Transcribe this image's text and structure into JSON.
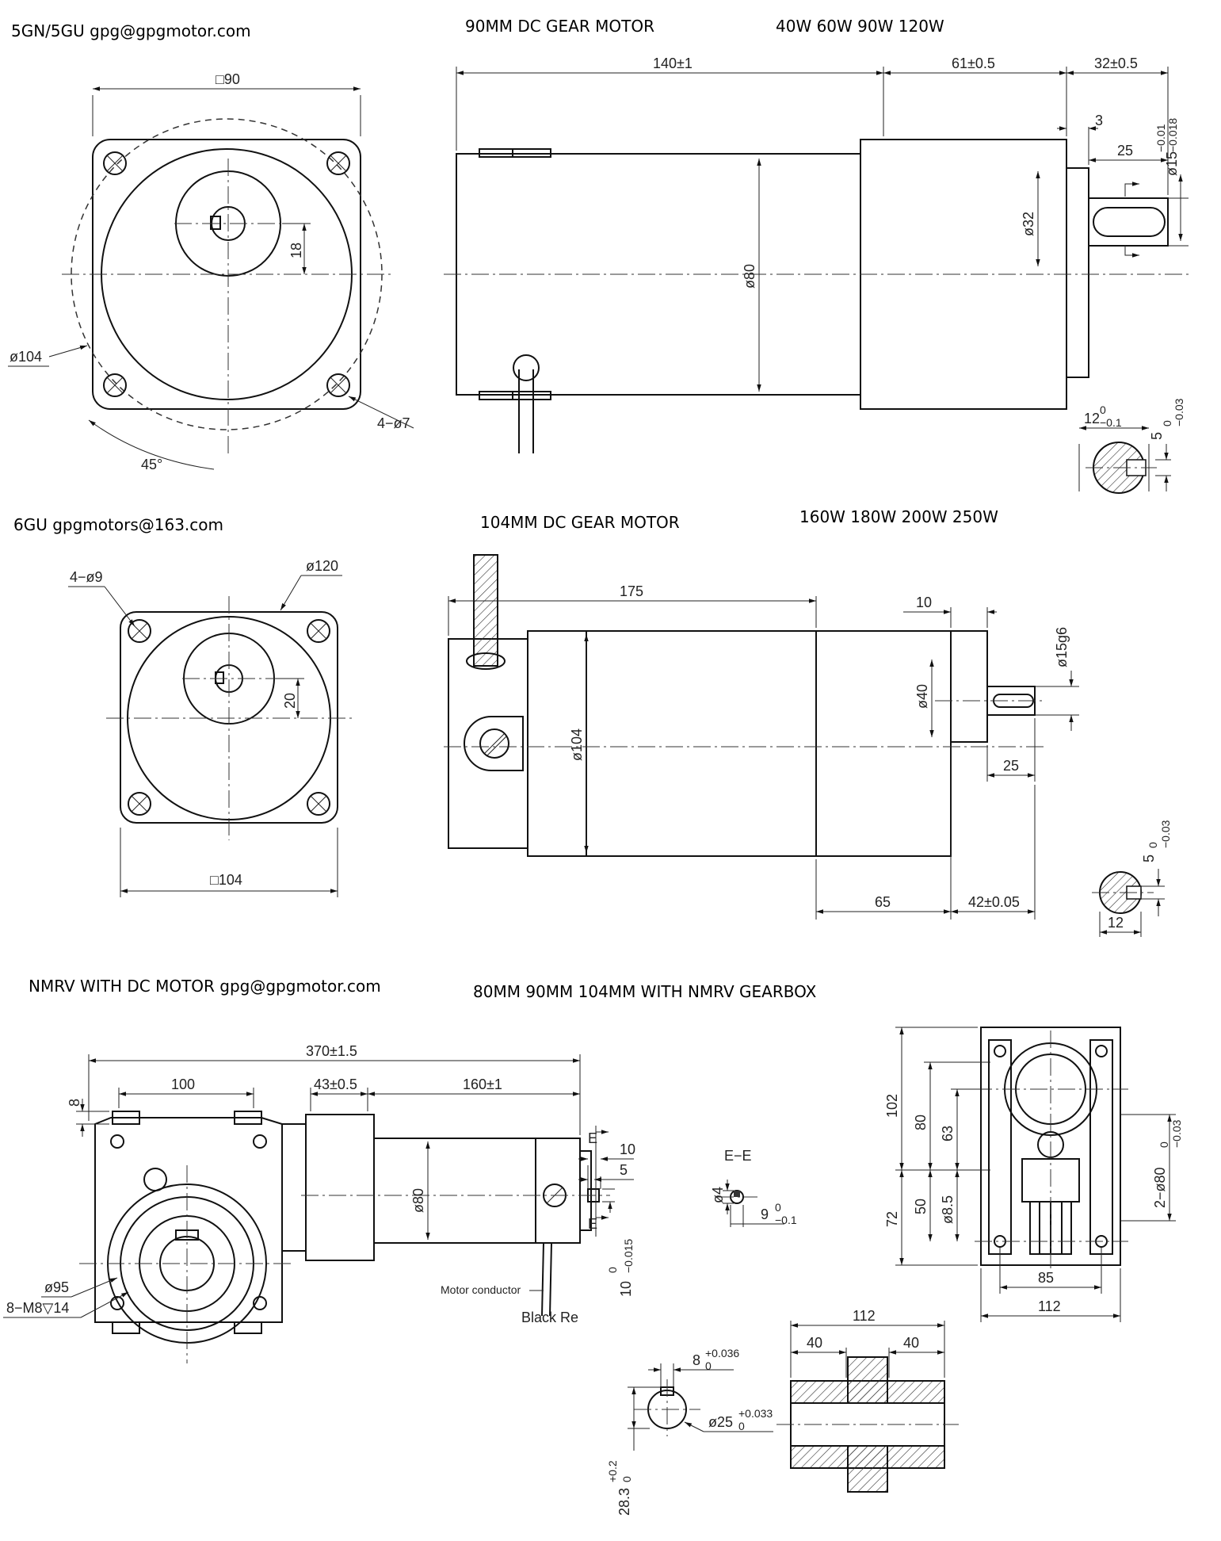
{
  "headers": {
    "s1_model": "5GN/5GU  gpg@gpgmotor.com",
    "s1_title": "90MM DC GEAR MOTOR",
    "s1_power": "40W 60W 90W 120W",
    "s2_model": "6GU  gpgmotors@163.com",
    "s2_title": "104MM DC GEAR MOTOR",
    "s2_power": "160W 180W 200W 250W",
    "s3_model": "NMRV WITH DC MOTOR  gpg@gpgmotor.com",
    "s3_title": "80MM 90MM 104MM WITH NMRV GEARBOX"
  },
  "s1": {
    "sq90": "□90",
    "d104": "ø104",
    "holes": "4−ø7",
    "angle": "45°",
    "key18": "18",
    "len140": "140±1",
    "len61": "61±0.5",
    "len32": "32±0.5",
    "len3": "3",
    "len25": "25",
    "d32": "ø32",
    "d80": "ø80",
    "shaft": "ø15",
    "shaft_tol_top": "−0.01",
    "shaft_tol_bot": "−0.018",
    "key12": "12",
    "key12_tol_top": "0",
    "key12_tol_bot": "−0.1",
    "key5": "5",
    "key5_tol_top": "0",
    "key5_tol_bot": "−0.03"
  },
  "s2": {
    "holes": "4−ø9",
    "d120": "ø120",
    "key20": "20",
    "sq104": "□104",
    "len175": "175",
    "len10": "10",
    "shaft": "ø15g6",
    "d40": "ø40",
    "d104": "ø104",
    "len25": "25",
    "len65": "65",
    "len42": "42±0.05",
    "key5": "5",
    "key5_tol_top": "0",
    "key5_tol_bot": "−0.03",
    "key12": "12"
  },
  "s3": {
    "len370": "370±1.5",
    "len100": "100",
    "len8": "8",
    "len43": "43±0.5",
    "len160": "160±1",
    "ee_top": "E",
    "ee_bot": "E",
    "len10": "10",
    "len5": "5",
    "d80": "ø80",
    "shaft10": "10",
    "shaft10_tol_top": "0",
    "shaft10_tol_bot": "−0.015",
    "motor_conductor": "Motor conductor",
    "black_red": "Black  Re",
    "d95": "ø95",
    "m8": "8−M8▽14",
    "ee_title": "E−E",
    "ee_d4": "ø4",
    "ee_9": "9",
    "ee_9_tol_top": "0",
    "ee_9_tol_bot": "−0.1",
    "h102": "102",
    "h80": "80",
    "h63": "63",
    "h72": "72",
    "h50": "50",
    "h85": "ø8.5",
    "d2x80": "2−ø80",
    "d2x80_tol_top": "0",
    "d2x80_tol_bot": "−0.03",
    "w85": "85",
    "w112": "112",
    "hub112": "112",
    "hub40a": "40",
    "hub40b": "40",
    "key8": "8",
    "key8_tol_top": "+0.036",
    "key8_tol_bot": "0",
    "bore25": "ø25",
    "bore25_tol_top": "+0.033",
    "bore25_tol_bot": "0",
    "h283": "28.3",
    "h283_tol_top": "+0.2",
    "h283_tol_bot": "0"
  }
}
